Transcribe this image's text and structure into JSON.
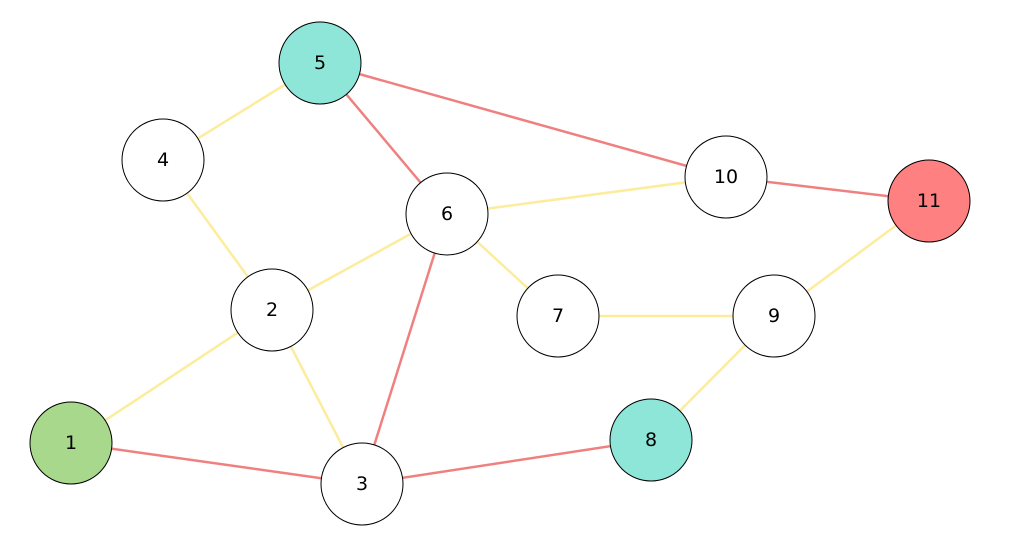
{
  "colors": {
    "background": "#ffffff",
    "node_default": "#ffffff",
    "node_stroke": "#000000",
    "edge_yellow": "#fcec9c",
    "edge_red": "#f08080",
    "node_green": "#a8d88c",
    "node_teal": "#8ee6d8",
    "node_red": "#ff8080"
  },
  "graph": {
    "nodes": [
      {
        "id": "1",
        "label": "1",
        "fill": "node_green"
      },
      {
        "id": "2",
        "label": "2",
        "fill": "node_default"
      },
      {
        "id": "3",
        "label": "3",
        "fill": "node_default"
      },
      {
        "id": "4",
        "label": "4",
        "fill": "node_default"
      },
      {
        "id": "5",
        "label": "5",
        "fill": "node_teal"
      },
      {
        "id": "6",
        "label": "6",
        "fill": "node_default"
      },
      {
        "id": "7",
        "label": "7",
        "fill": "node_default"
      },
      {
        "id": "8",
        "label": "8",
        "fill": "node_teal"
      },
      {
        "id": "9",
        "label": "9",
        "fill": "node_default"
      },
      {
        "id": "10",
        "label": "10",
        "fill": "node_default"
      },
      {
        "id": "11",
        "label": "11",
        "fill": "node_red"
      }
    ],
    "edges": [
      {
        "from": "1",
        "to": "2",
        "color": "edge_yellow"
      },
      {
        "from": "1",
        "to": "3",
        "color": "edge_red"
      },
      {
        "from": "2",
        "to": "3",
        "color": "edge_yellow"
      },
      {
        "from": "2",
        "to": "4",
        "color": "edge_yellow"
      },
      {
        "from": "2",
        "to": "6",
        "color": "edge_yellow"
      },
      {
        "from": "4",
        "to": "5",
        "color": "edge_yellow"
      },
      {
        "from": "5",
        "to": "6",
        "color": "edge_red"
      },
      {
        "from": "5",
        "to": "10",
        "color": "edge_red"
      },
      {
        "from": "3",
        "to": "6",
        "color": "edge_red"
      },
      {
        "from": "6",
        "to": "10",
        "color": "edge_yellow"
      },
      {
        "from": "6",
        "to": "7",
        "color": "edge_yellow"
      },
      {
        "from": "3",
        "to": "8",
        "color": "edge_red"
      },
      {
        "from": "7",
        "to": "9",
        "color": "edge_yellow"
      },
      {
        "from": "8",
        "to": "9",
        "color": "edge_yellow"
      },
      {
        "from": "9",
        "to": "11",
        "color": "edge_yellow"
      },
      {
        "from": "10",
        "to": "11",
        "color": "edge_red"
      }
    ]
  }
}
